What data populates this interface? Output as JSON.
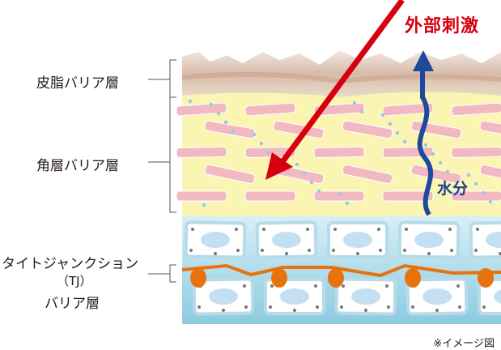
{
  "labels": {
    "sebum": "皮脂バリア層",
    "corneum": "角層バリア層",
    "tj_line1": "タイトジャンクション",
    "tj_line2": "（TJ）",
    "tj_line3": "バリア層"
  },
  "arrows": {
    "external": "外部刺激",
    "water": "水分"
  },
  "note": "※イメージ図",
  "colors": {
    "external_arrow": "#d7000f",
    "water_arrow": "#1d4a9c",
    "tight_junction": "#e8720c",
    "corneum": "#fbf5b4",
    "cell_layer": "#a9d8e8"
  }
}
